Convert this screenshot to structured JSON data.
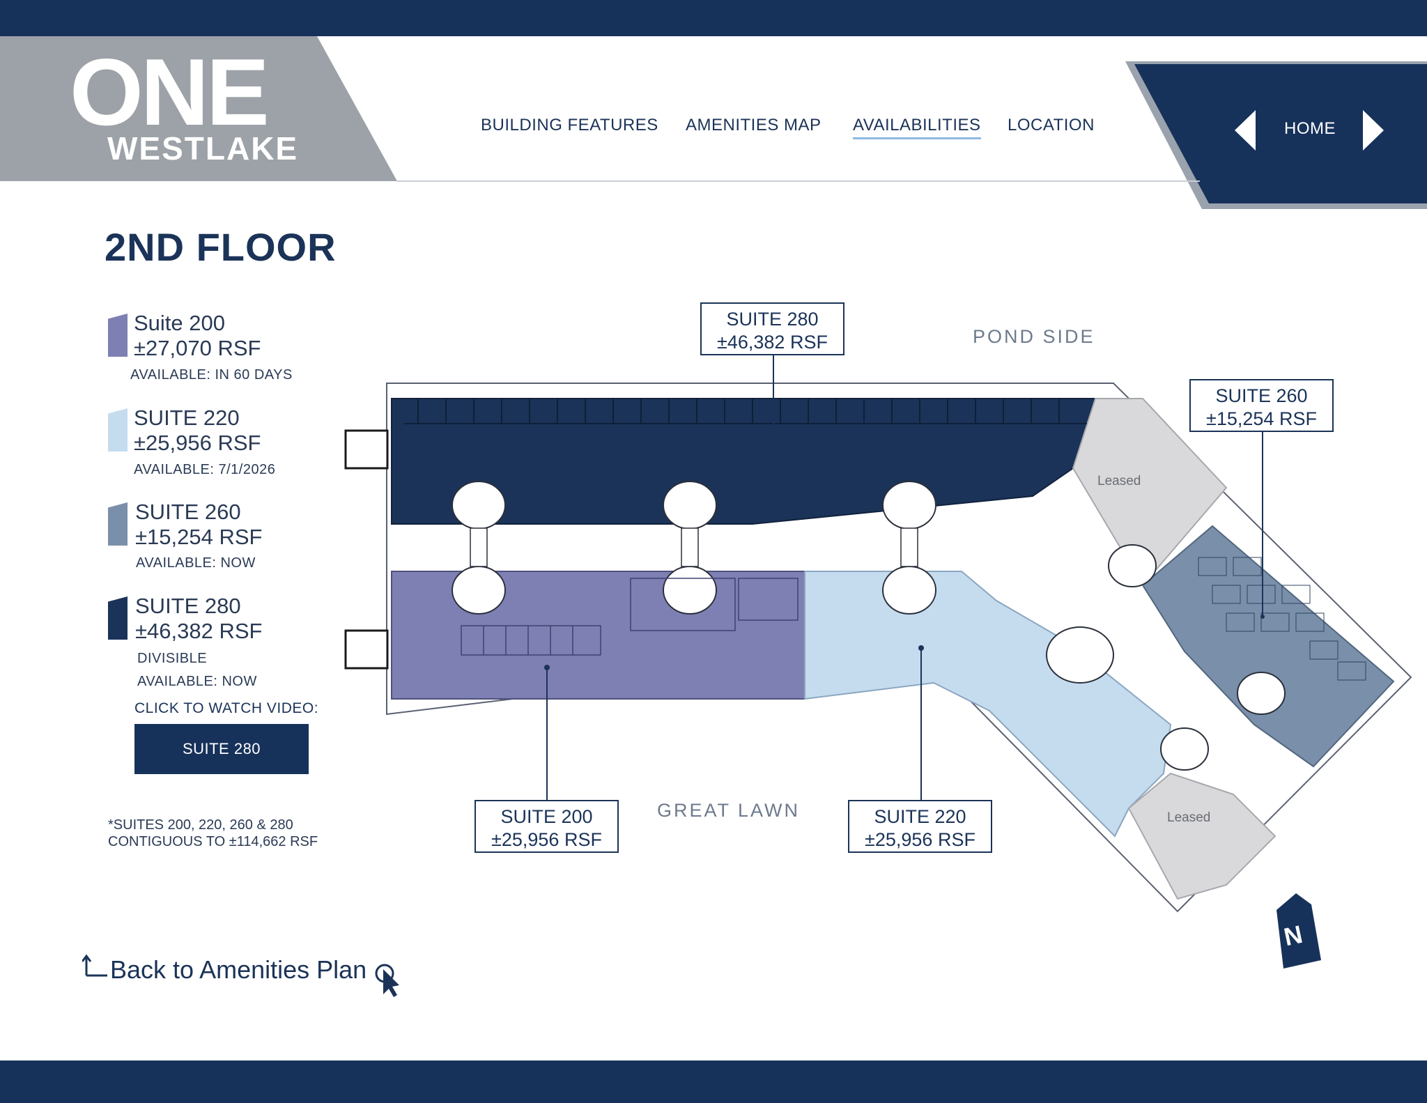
{
  "logo": {
    "line1": "ONE",
    "line2": "WESTLAKE"
  },
  "nav": {
    "links": [
      "BUILDING FEATURES",
      "AMENITIES MAP",
      "AVAILABILITIES",
      "LOCATION"
    ],
    "home_label": "HOME"
  },
  "page_title": "2ND FLOOR",
  "legend": [
    {
      "name": "Suite 200",
      "rsf": "±27,070 RSF",
      "notes": [
        "AVAILABLE: IN 60 DAYS"
      ],
      "color": "#7e80b3"
    },
    {
      "name": "SUITE 220",
      "rsf": "±25,956 RSF",
      "notes": [
        "AVAILABLE: 7/1/2026"
      ],
      "color": "#c5dcef"
    },
    {
      "name": "SUITE 260",
      "rsf": "±15,254 RSF",
      "notes": [
        "AVAILABLE: NOW"
      ],
      "color": "#7a8fa9"
    },
    {
      "name": "SUITE 280",
      "rsf": "±46,382 RSF",
      "notes": [
        "DIVISIBLE",
        "AVAILABLE: NOW"
      ],
      "color": "#1b3358"
    }
  ],
  "video": {
    "prompt": "CLICK TO WATCH VIDEO:",
    "button_label": "SUITE 280"
  },
  "footnote": {
    "line1": "*SUITES 200, 220, 260 & 280",
    "line2": "CONTIGUOUS TO ±114,662 RSF"
  },
  "back_link": "Back to Amenities Plan",
  "plan": {
    "pond_side": "POND SIDE",
    "great_lawn": "GREAT LAWN",
    "leased_label": "Leased",
    "north": "N",
    "callouts": {
      "suite280": {
        "name": "SUITE 280",
        "rsf": "±46,382 RSF"
      },
      "suite260": {
        "name": "SUITE 260",
        "rsf": "±15,254 RSF"
      },
      "suite200": {
        "name": "SUITE 200",
        "rsf": "±25,956 RSF"
      },
      "suite220": {
        "name": "SUITE 220",
        "rsf": "±25,956 RSF"
      }
    }
  },
  "colors": {
    "navy": "#17325a",
    "suite200": "#7e80b3",
    "suite220": "#c5dcef",
    "suite260": "#7a8fa9",
    "suite280": "#1b3358",
    "leased": "#d9d9db"
  }
}
